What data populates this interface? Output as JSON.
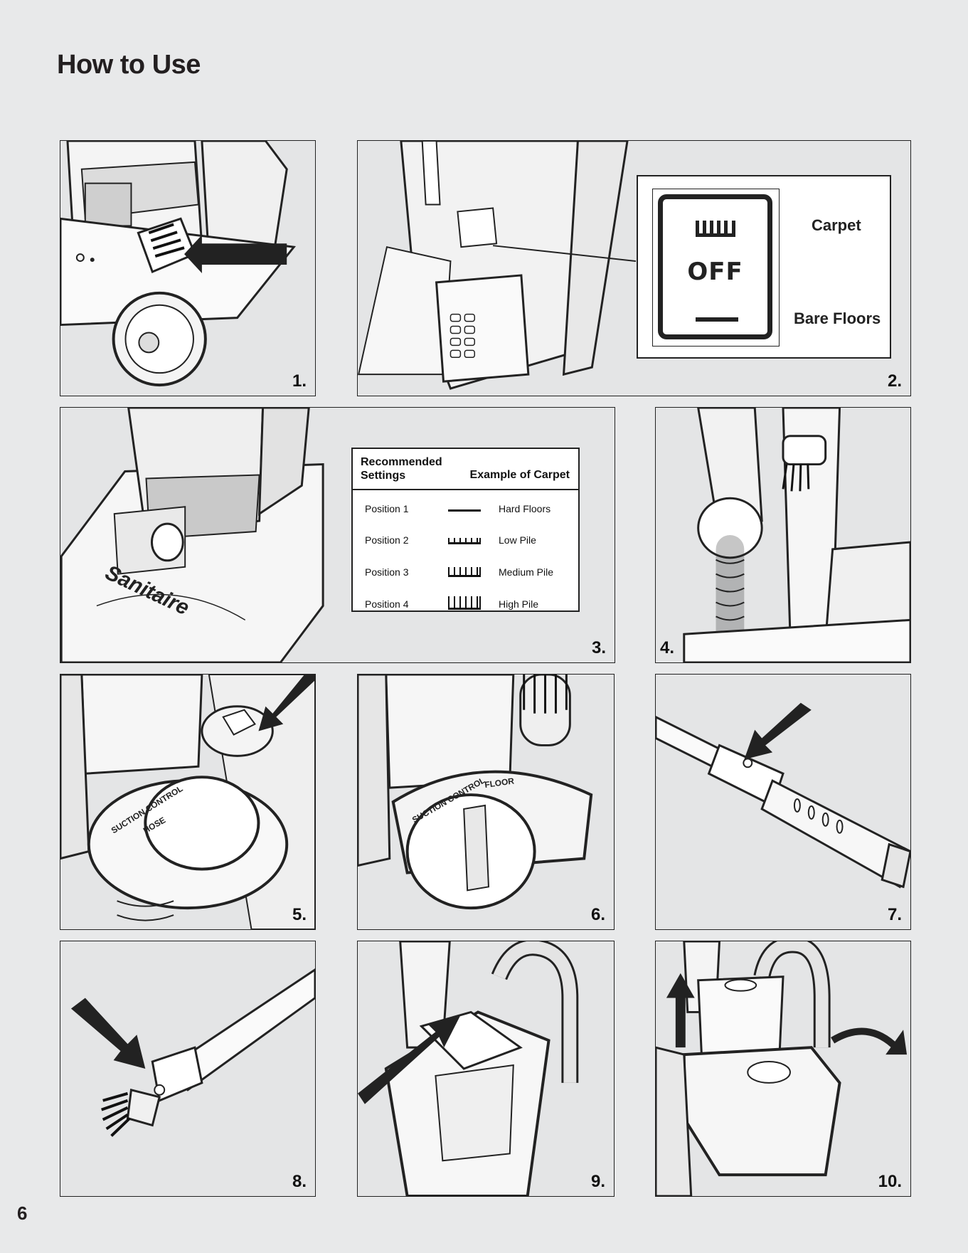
{
  "page": {
    "title": "How to Use",
    "page_number": "6"
  },
  "panels": {
    "p1": {
      "step": "1."
    },
    "p2": {
      "step": "2.",
      "switch": {
        "off": "OFF",
        "carpet_label": "Carpet",
        "bare_label": "Bare Floors"
      }
    },
    "p3": {
      "step": "3.",
      "table": {
        "header_left_1": "Recommended",
        "header_left_2": "Settings",
        "header_right": "Example of Carpet",
        "rows": [
          {
            "position": "Position 1",
            "example": "Hard Floors"
          },
          {
            "position": "Position 2",
            "example": "Low Pile"
          },
          {
            "position": "Position 3",
            "example": "Medium Pile"
          },
          {
            "position": "Position 4",
            "example": "High Pile"
          }
        ]
      },
      "brand": "Sanitaire"
    },
    "p4": {
      "step": "4."
    },
    "p5": {
      "step": "5.",
      "labels": {
        "suction": "SUCTION CONTROL",
        "hose": "HOSE"
      }
    },
    "p6": {
      "step": "6.",
      "labels": {
        "suction": "SUCTION CONTROL",
        "floor": "FLOOR"
      }
    },
    "p7": {
      "step": "7."
    },
    "p8": {
      "step": "8."
    },
    "p9": {
      "step": "9."
    },
    "p10": {
      "step": "10."
    }
  }
}
